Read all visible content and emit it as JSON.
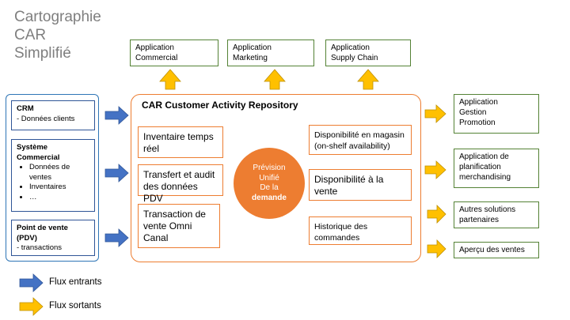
{
  "title": [
    "Cartographie",
    "CAR",
    "Simplifié"
  ],
  "top_outputs": [
    [
      "Application",
      "Commercial"
    ],
    [
      "Application",
      "Marketing"
    ],
    [
      "Application",
      "Supply Chain"
    ]
  ],
  "central": {
    "title": "CAR Customer Activity Repository",
    "left_boxes": [
      "Inventaire temps réel",
      "Transfert et audit des données PDV",
      "Transaction de vente Omni Canal"
    ],
    "right_boxes": [
      "Disponibilité en magasin (on-shelf availability)",
      "Disponibilité à la vente",
      "Historique des commandes"
    ],
    "circle": [
      "Prévision",
      "Unifié",
      "De la"
    ],
    "circle_bold": "demande"
  },
  "inputs": {
    "crm": {
      "title": "CRM",
      "line": "- Données clients"
    },
    "systeme": {
      "title": "Système Commercial",
      "items": [
        "Données de ventes",
        "Inventaires",
        "…"
      ]
    },
    "pdv": {
      "title": "Point de vente (PDV)",
      "line": "- transactions"
    }
  },
  "right_outputs": [
    [
      "Application",
      "Gestion",
      "Promotion"
    ],
    [
      "Application de",
      "planification",
      "merchandising"
    ],
    [
      "Autres solutions",
      "partenaires"
    ],
    [
      "Aperçu des ventes"
    ]
  ],
  "legend": {
    "in": "Flux entrants",
    "out": "Flux sortants"
  },
  "colors": {
    "green": "#548235",
    "orange": "#ed7d31",
    "blue_arrow": "#4472c4",
    "yellow_arrow": "#ffc000"
  }
}
